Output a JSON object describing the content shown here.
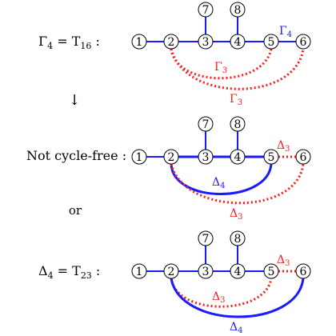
{
  "colors": {
    "blue": "#1a1aff",
    "red": "#ff1a1a",
    "black": "#000000"
  },
  "panels": [
    {
      "id": "panel-1",
      "label_main": "Γ",
      "label_sub": "4",
      "label_rest": " = T",
      "label_sub2": "16",
      "label_tail": " :",
      "nodes": [
        "1",
        "2",
        "3",
        "4",
        "5",
        "6",
        "7",
        "8"
      ],
      "blue_labels": [
        {
          "text": "Γ",
          "sub": "4",
          "target": "edge-5-6"
        }
      ],
      "red_labels": [
        {
          "text": "Γ",
          "sub": "3",
          "target": "inner-arc"
        },
        {
          "text": "Γ",
          "sub": "3",
          "target": "outer-arc"
        }
      ]
    },
    {
      "id": "panel-2",
      "label_main": "Not cycle-free :",
      "nodes": [
        "1",
        "2",
        "3",
        "4",
        "5",
        "6",
        "7",
        "8"
      ],
      "blue_labels": [
        {
          "text": "Δ",
          "sub": "4",
          "target": "inner-arc"
        }
      ],
      "red_labels": [
        {
          "text": "Δ",
          "sub": "3",
          "target": "edge-5-6"
        },
        {
          "text": "Δ",
          "sub": "3",
          "target": "outer-arc"
        }
      ]
    },
    {
      "id": "panel-3",
      "label_main": "Δ",
      "label_sub": "4",
      "label_rest": " = T",
      "label_sub2": "23",
      "label_tail": " :",
      "nodes": [
        "1",
        "2",
        "3",
        "4",
        "5",
        "6",
        "7",
        "8"
      ],
      "red_labels": [
        {
          "text": "Δ",
          "sub": "3",
          "target": "edge-5-6"
        },
        {
          "text": "Δ",
          "sub": "3",
          "target": "inner-arc"
        }
      ],
      "blue_labels": [
        {
          "text": "Δ",
          "sub": "4",
          "target": "outer-arc"
        }
      ]
    }
  ],
  "arrow": "↓",
  "connector_word": "or"
}
